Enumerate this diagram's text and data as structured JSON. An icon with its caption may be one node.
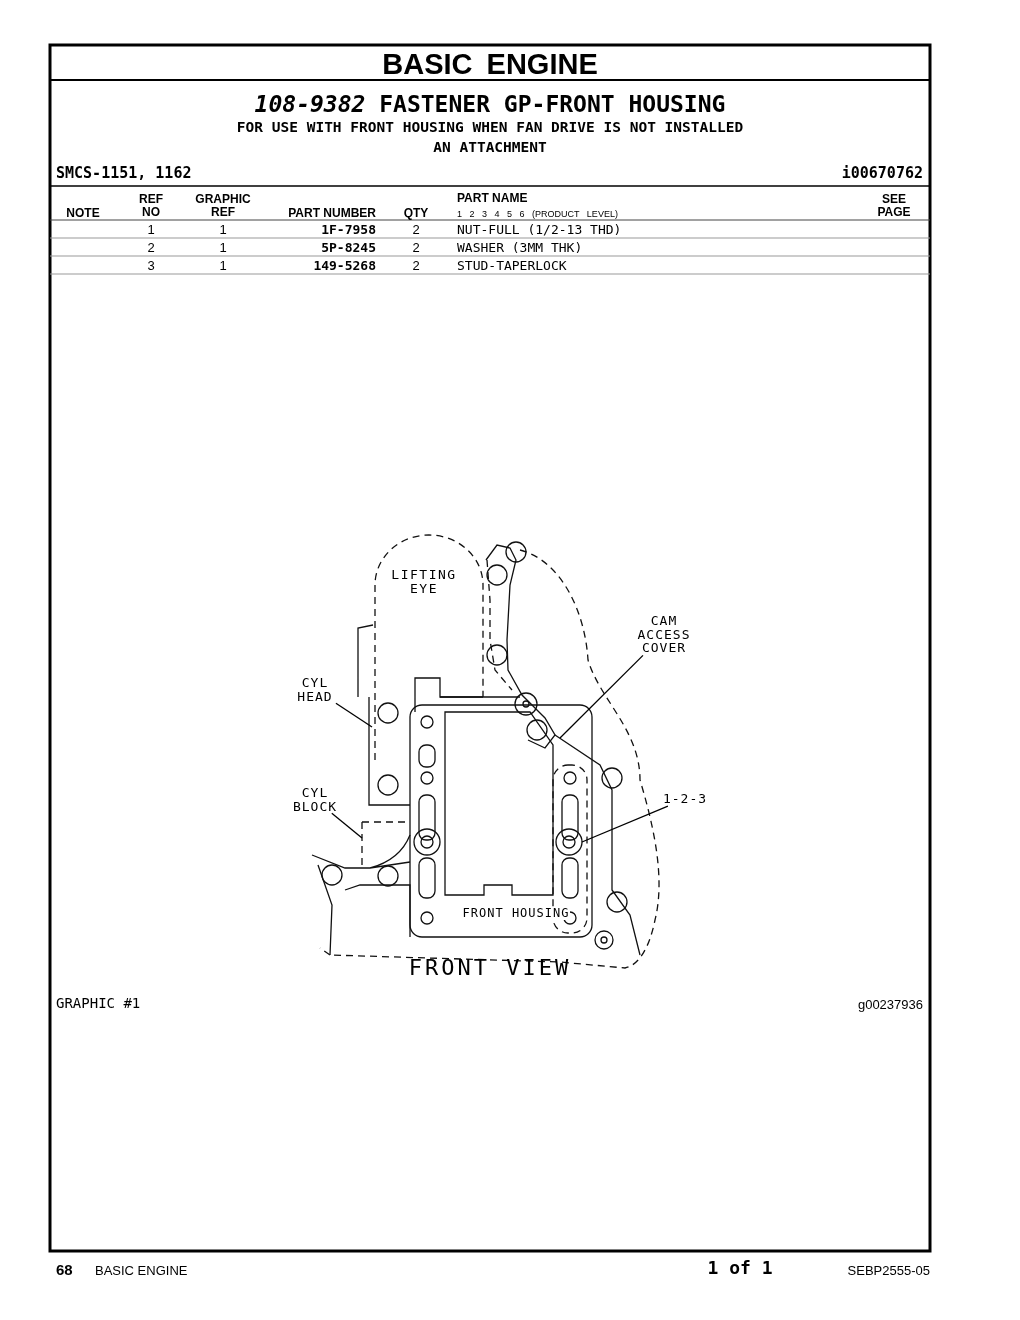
{
  "diagram": {
    "title": "BASIC ENGINE",
    "nodes": [
      {
        "text": [
          "CAM ACCESS COVER"
        ]
      },
      {
        "text": [
          "CYL HEAD"
        ]
      },
      {
        "text": [
          "CYL BLOCK"
        ]
      },
      {
        "text": [
          "1-2-3"
        ]
      }
    ],
    "edges": [
      {
        "from": 0,
        "to": null,
        "arrow": "none"
      },
      {
        "from": 1,
        "to": null,
        "arrow": "none"
      },
      {
        "from": 2,
        "to": null,
        "arrow": "none"
      },
      {
        "from": 3,
        "to": null,
        "arrow": "none"
      }
    ],
    "labels": [
      "*108-9382* FASTENER GP-FRONT HOUSING",
      "FOR USE WITH FRONT HOUSING WHEN FAN DRIVE IS NOT INSTALLED",
      "AN ATTACHMENT",
      "SMCS-1151, 1162",
      "i00670762",
      "NOTE",
      "REF NO",
      "GRAPHIC REF",
      "PART NUMBER",
      "QTY",
      "PART NAME",
      "1 2 3 4 5 6 (PRODUCT LEVEL)",
      "SEE PAGE",
      "1",
      "1",
      "1F-7958",
      "2",
      "NUT-FULL (1/2-13 THD)",
      "2",
      "1",
      "5P-8245",
      "2",
      "WASHER (3MM THK)",
      "3",
      "1",
      "149-5268",
      "2",
      "STUD-TAPERLOCK",
      "LIFTING EYE",
      "FRONT HOUSING",
      "FRONT VIEW",
      "GRAPHIC #1",
      "g00237936",
      "68",
      "BASIC ENGINE",
      "1 of 1",
      "SEBP2555-05"
    ]
  }
}
